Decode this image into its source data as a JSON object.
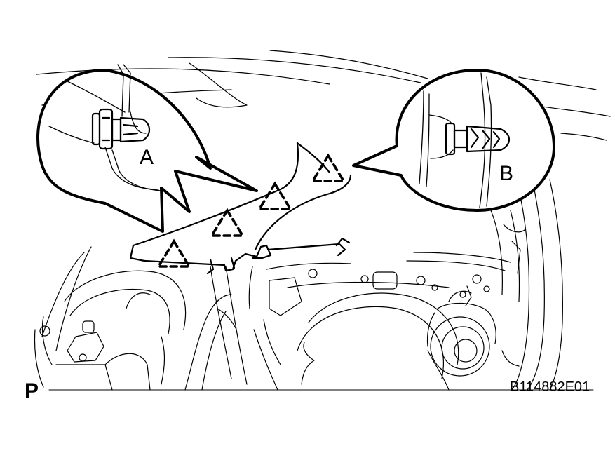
{
  "callouts": {
    "a": {
      "label": "A",
      "clip_icon": "push-rivet-clip-icon"
    },
    "b": {
      "label": "B",
      "clip_icon": "push-rivet-clip-icon"
    }
  },
  "view_label": "P",
  "figure_code": "B114882E01",
  "markers": {
    "icon": "dashed-triangle-clip-marker-icon",
    "count": 4
  },
  "colors": {
    "ink": "#000000",
    "background": "#ffffff"
  }
}
